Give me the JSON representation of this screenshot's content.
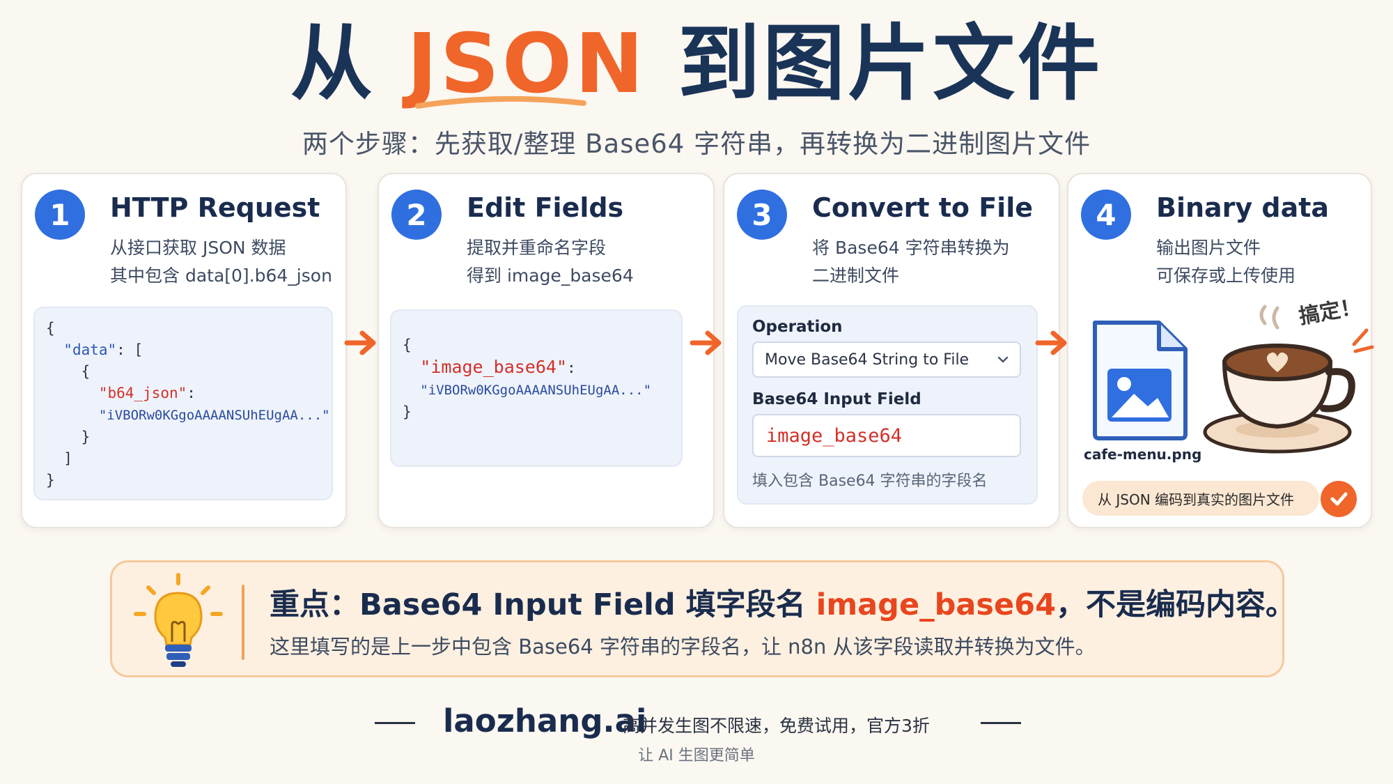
{
  "header": {
    "title_pre": "从 ",
    "title_accent": "JSON",
    "title_post": " 到图片文件",
    "subtitle": "两个步骤：先获取/整理 Base64 字符串，再转换为二进制图片文件"
  },
  "steps": [
    {
      "num": "1",
      "title": "HTTP Request",
      "desc1": "从接口获取 JSON 数据",
      "desc2": "其中包含 data[0].b64_json",
      "code": {
        "l1": "{",
        "l2_key": "\"data\"",
        "l2_rest": ": [",
        "l3": "{",
        "l4_key": "\"b64_json\"",
        "l4_rest": ":",
        "l5": "\"iVBORw0KGgoAAAANSUhEUgAA...\"",
        "l6": "}",
        "l7": "]",
        "l8": "}"
      }
    },
    {
      "num": "2",
      "title": "Edit Fields",
      "desc1": "提取并重命名字段",
      "desc2": "得到 image_base64",
      "code": {
        "l1": "{",
        "l2_key": "\"image_base64\"",
        "l2_rest": ":",
        "l3": "\"iVBORw0KGgoAAAANSUhEUgAA...\"",
        "l4": "}"
      }
    },
    {
      "num": "3",
      "title": "Convert to File",
      "desc1": "将 Base64 字符串转换为",
      "desc2": "二进制文件",
      "operation_label": "Operation",
      "operation_value": "Move Base64 String to File",
      "input_label": "Base64 Input Field",
      "input_value": "image_base64",
      "hint": "填入包含 Base64 字符串的字段名"
    },
    {
      "num": "4",
      "title": "Binary data",
      "desc1": "输出图片文件",
      "desc2": "可保存或上传使用",
      "file_name": "cafe-menu.png",
      "done": "搞定！",
      "pill": "从 JSON 编码到真实的图片文件"
    }
  ],
  "note": {
    "main_pre": "重点：Base64 Input Field 填字段名 ",
    "main_hl": "image_base64",
    "main_post": "，不是编码内容。",
    "sub": "这里填写的是上一步中包含 Base64 字符串的字段名，让 n8n 从该字段读取并转换为文件。"
  },
  "footer": {
    "brand": "laozhang.ai",
    "slogan": "高并发生图不限速，免费试用，官方3折",
    "tagline": "让 AI 生图更简单"
  },
  "colors": {
    "accent": "#f0652a",
    "primary_blue": "#2f6fe0",
    "navy": "#1a3458",
    "highlight_red": "#d2302a"
  },
  "icons": [
    "arrow-right-icon",
    "chevron-down-icon",
    "image-file-icon",
    "coffee-cup-icon",
    "check-icon",
    "lightbulb-icon"
  ]
}
